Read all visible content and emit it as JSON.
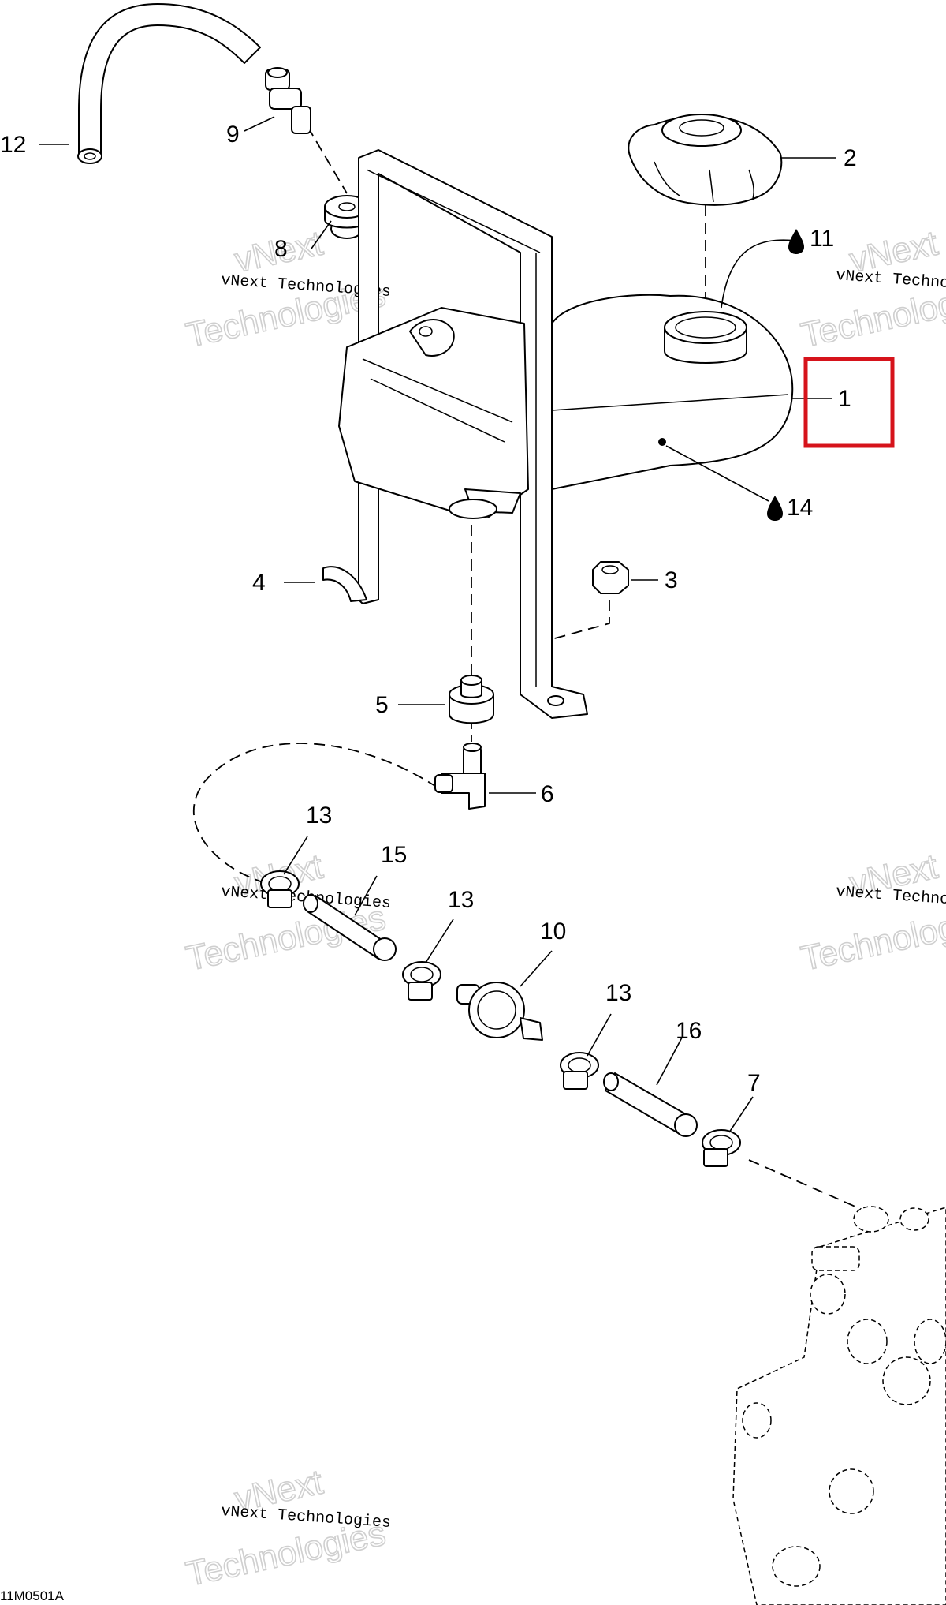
{
  "diagram": {
    "drawing_code": "11M0501A",
    "callouts": [
      "1",
      "2",
      "3",
      "4",
      "5",
      "6",
      "7",
      "8",
      "9",
      "10",
      "11",
      "12",
      "13",
      "13",
      "13",
      "14",
      "15",
      "16"
    ],
    "watermark": {
      "line1": "vNext Technologies",
      "line2": "vNext",
      "line3": "Technologies"
    },
    "highlight_color": "#d6131b"
  }
}
